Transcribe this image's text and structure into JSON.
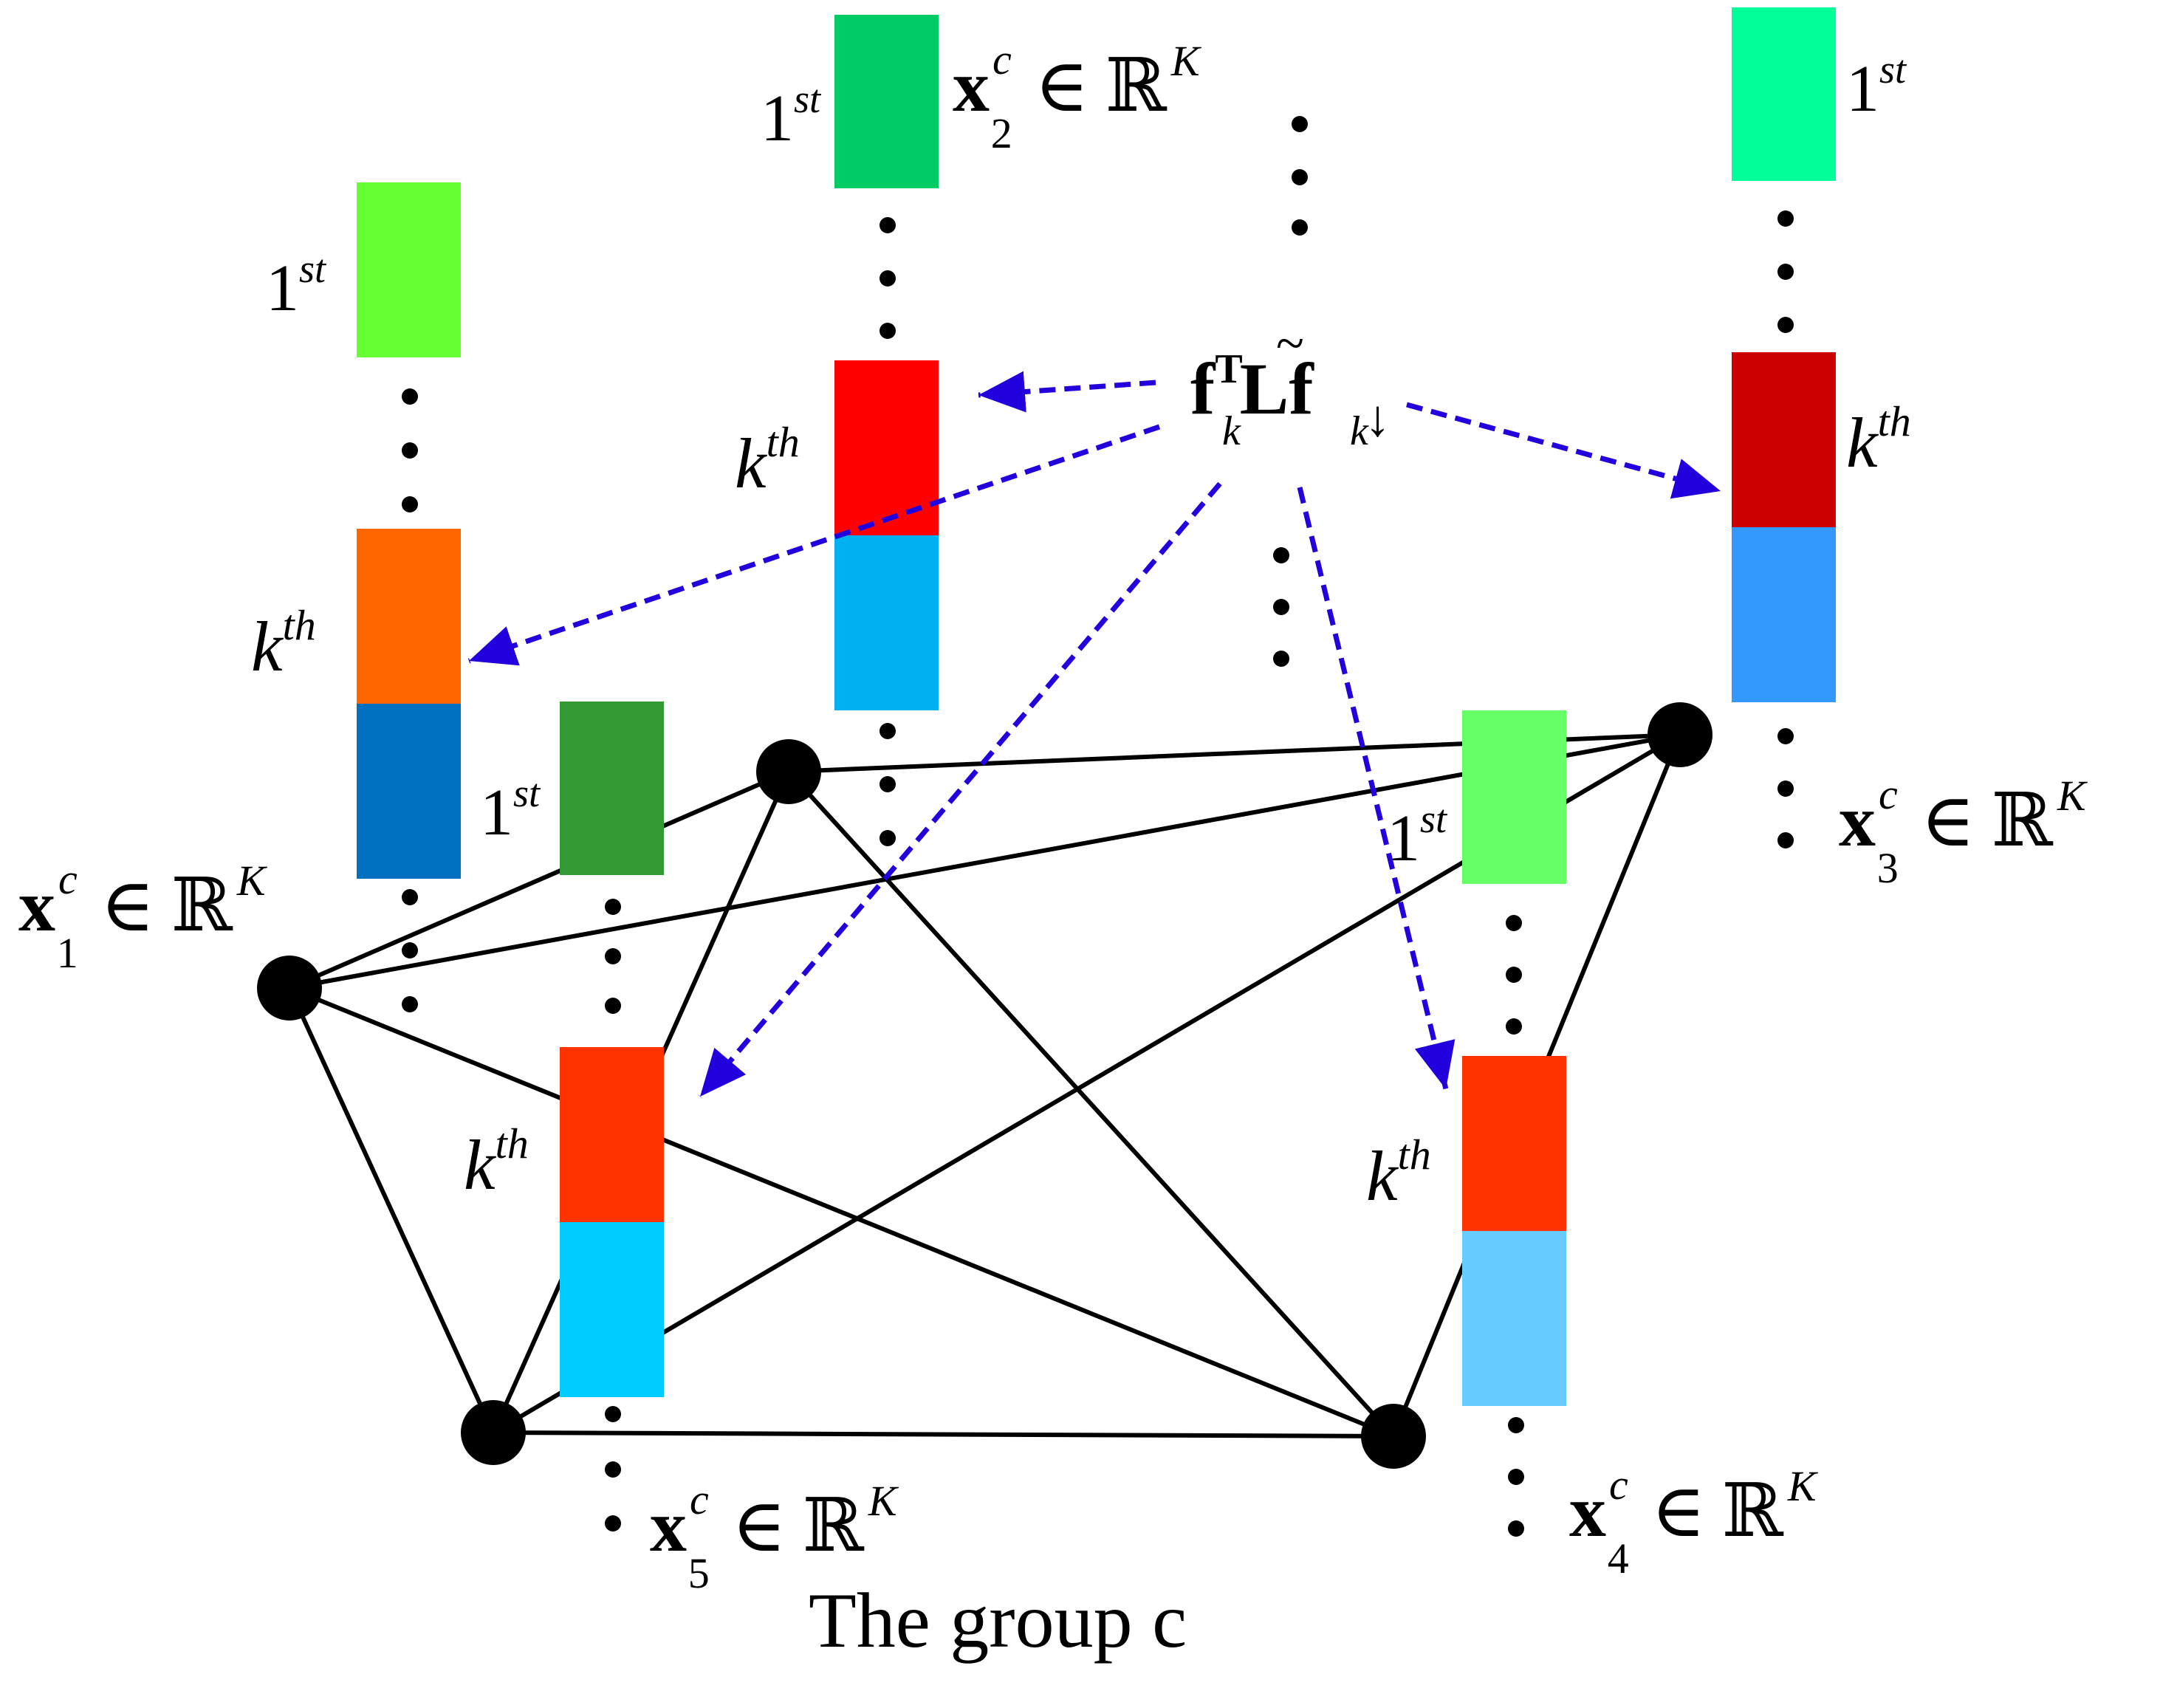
{
  "caption": "The group c",
  "formula": {
    "f": "f",
    "T": "T",
    "L": "L",
    "tilde": "~",
    "k": "k",
    "arrow": "↓"
  },
  "common": {
    "first": "1",
    "first_sup": "st",
    "kth": "k",
    "kth_sup": "th",
    "x": "x",
    "c": "c",
    "in": "∈",
    "R": "ℝ",
    "K": "K"
  },
  "vectors": [
    {
      "id": "x1",
      "subscript": "1",
      "colors": {
        "first": "#66ff33",
        "kth": "#ff6600",
        "rest": "#0070c0"
      }
    },
    {
      "id": "x2",
      "subscript": "2",
      "colors": {
        "first": "#00cc66",
        "kth": "#ff0000",
        "rest": "#00b0f0"
      }
    },
    {
      "id": "x3",
      "subscript": "3",
      "colors": {
        "first": "#00ff99",
        "kth": "#cc0000",
        "rest": "#3399ff"
      }
    },
    {
      "id": "x4",
      "subscript": "4",
      "colors": {
        "first": "#66ff66",
        "kth": "#ff3300",
        "rest": "#66ccff"
      }
    },
    {
      "id": "x5",
      "subscript": "5",
      "colors": {
        "first": "#339933",
        "kth": "#ff3300",
        "rest": "#00ccff"
      }
    }
  ],
  "colors": {
    "arrow": "#2200dd",
    "edge": "#000000",
    "node": "#000000"
  }
}
